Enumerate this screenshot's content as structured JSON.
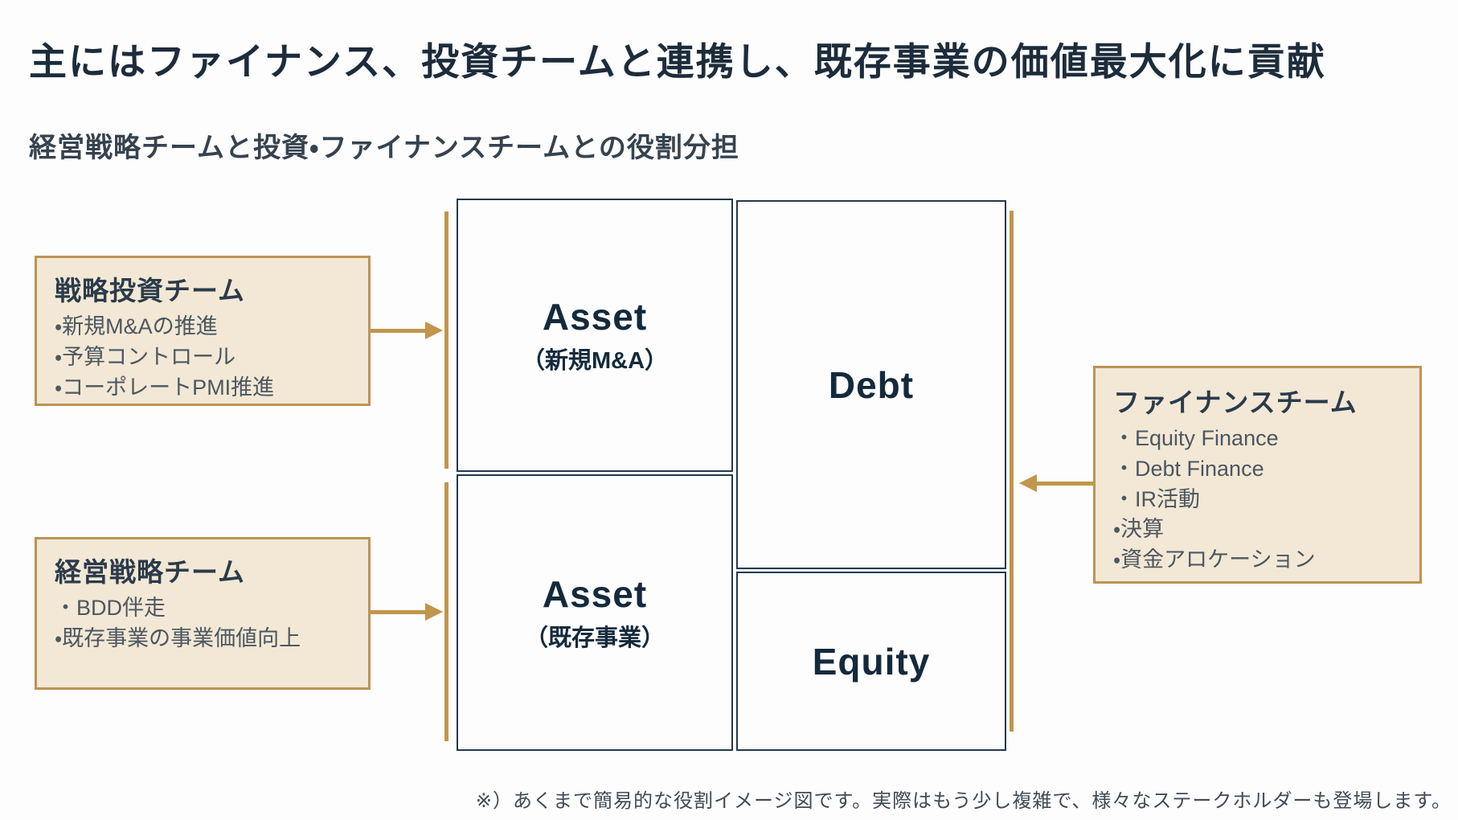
{
  "page": {
    "title": "主にはファイナンス、投資チームと連携し、既存事業の価値最大化に貢献",
    "subtitle": "経営戦略チームと投資・ファイナンスチームとの役割分担",
    "footnote": "※）あくまで簡易的な役割イメージ図です。実際はもう少し複雑で、様々なステークホルダーも登場します。"
  },
  "teams": {
    "strategic_investment": {
      "title": "戦略投資チーム",
      "bullets": [
        "・新規M&Aの推進",
        "・予算コントロール",
        "・コーポレートPMI推進"
      ]
    },
    "corporate_strategy": {
      "title": "経営戦略チーム",
      "bullets": [
        "・BDD伴走",
        "・既存事業の事業価値向上"
      ]
    },
    "finance": {
      "title": "ファイナンスチーム",
      "bullets": [
        "・Equity Finance",
        "・Debt Finance",
        "・IR活動",
        "・決算",
        "・資金アロケーション"
      ]
    }
  },
  "balance_sheet": {
    "asset_new": {
      "label": "Asset",
      "sublabel": "（新規M&A）"
    },
    "asset_existing": {
      "label": "Asset",
      "sublabel": "（既存事業）"
    },
    "debt": {
      "label": "Debt"
    },
    "equity": {
      "label": "Equity"
    }
  },
  "colors": {
    "accent_gold": "#C1964A",
    "box_fill": "#F2E8D5",
    "box_border": "#BD9355",
    "cell_border": "#23394B",
    "title_text": "#1D2C3B",
    "body_text": "#4C5761"
  }
}
